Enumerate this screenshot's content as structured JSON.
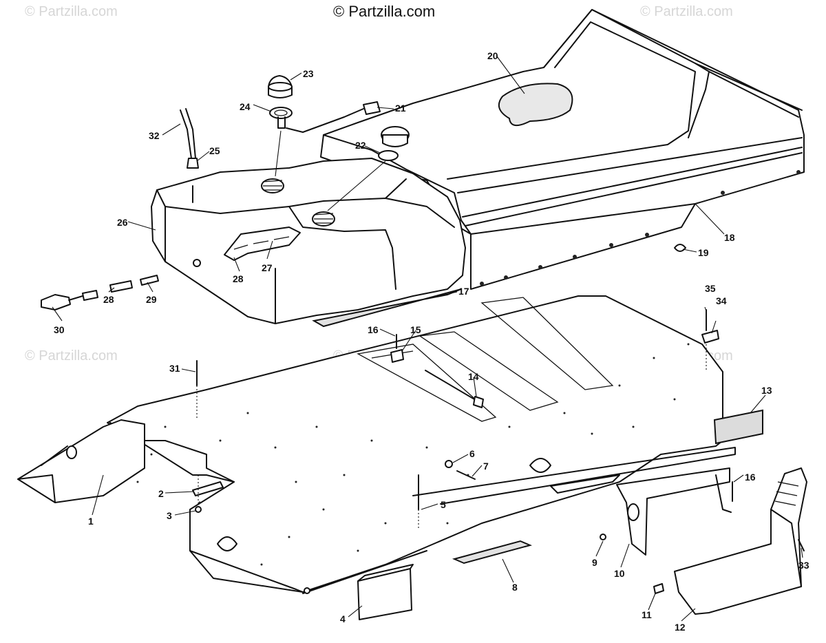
{
  "watermarks": {
    "main": "© Partzilla.com",
    "faint": "© Partzilla.com"
  },
  "callouts": [
    "1",
    "2",
    "3",
    "4",
    "5",
    "6",
    "7",
    "8",
    "9",
    "10",
    "11",
    "12",
    "13",
    "14",
    "15",
    "16",
    "16",
    "17",
    "18",
    "19",
    "20",
    "21",
    "22",
    "23",
    "24",
    "25",
    "26",
    "27",
    "28",
    "28",
    "29",
    "30",
    "31",
    "32",
    "33",
    "34",
    "35"
  ]
}
